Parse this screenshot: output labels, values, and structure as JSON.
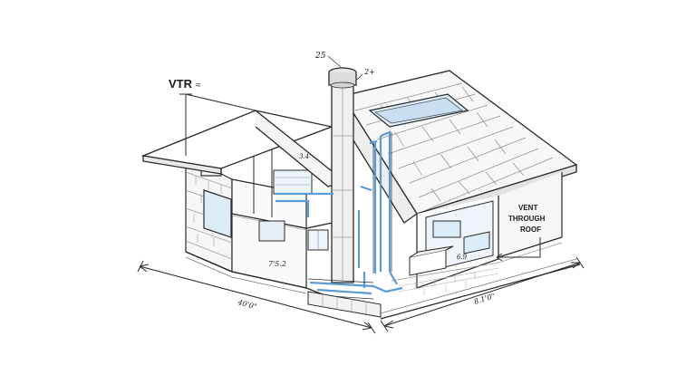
{
  "labels": {
    "vtr": "VTR",
    "vtr_suffix": "≈",
    "vent_line1": "VENT",
    "vent_line2": "THROUGH",
    "vent_line3": "ROOF",
    "stack_top": "25",
    "stack_side": "2+",
    "dim_left": "40'0\"",
    "dim_right": "8.1'0\"",
    "room_upper": "3.4",
    "room_lower": "7'5.2",
    "room_right": "6.9"
  },
  "colors": {
    "line": "#2a2a2a",
    "pipe_blue": "#5b9bd5",
    "glass": "#dcebf8",
    "brick": "#f1f1f1"
  }
}
